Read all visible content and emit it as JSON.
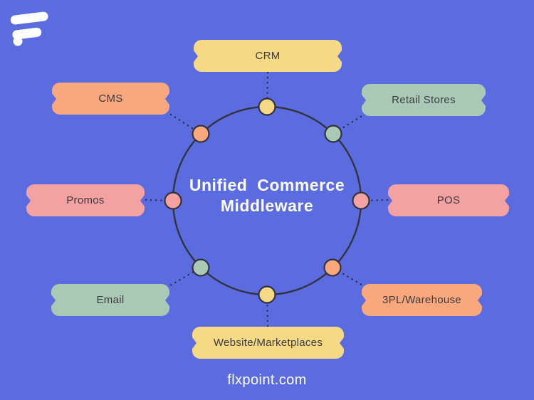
{
  "palette": {
    "background": "#5b6ce1",
    "yellow": "#f6d985",
    "orange": "#f8a87c",
    "green": "#a9c9b5",
    "pink": "#f4a1a1",
    "outline": "#33333c",
    "dotted_line": "#2e2e36",
    "node_text": "#3b3b41",
    "title_text": "#ffffff",
    "logo": "#ffffff"
  },
  "logo": {
    "name": "flxpoint-logo"
  },
  "center": {
    "line1": "Unified Commerce",
    "line2": "Middleware"
  },
  "nodes": [
    {
      "label": "CRM",
      "color": "yellow",
      "position": "top"
    },
    {
      "label": "Retail Stores",
      "color": "green",
      "position": "top-right"
    },
    {
      "label": "POS",
      "color": "pink",
      "position": "right"
    },
    {
      "label": "3PL/Warehouse",
      "color": "orange",
      "position": "bottom-right"
    },
    {
      "label": "Website/Marketplaces",
      "color": "yellow",
      "position": "bottom"
    },
    {
      "label": "Email",
      "color": "green",
      "position": "bottom-left"
    },
    {
      "label": "Promos",
      "color": "pink",
      "position": "left"
    },
    {
      "label": "CMS",
      "color": "orange",
      "position": "top-left"
    }
  ],
  "footer": {
    "website": "flxpoint.com"
  }
}
